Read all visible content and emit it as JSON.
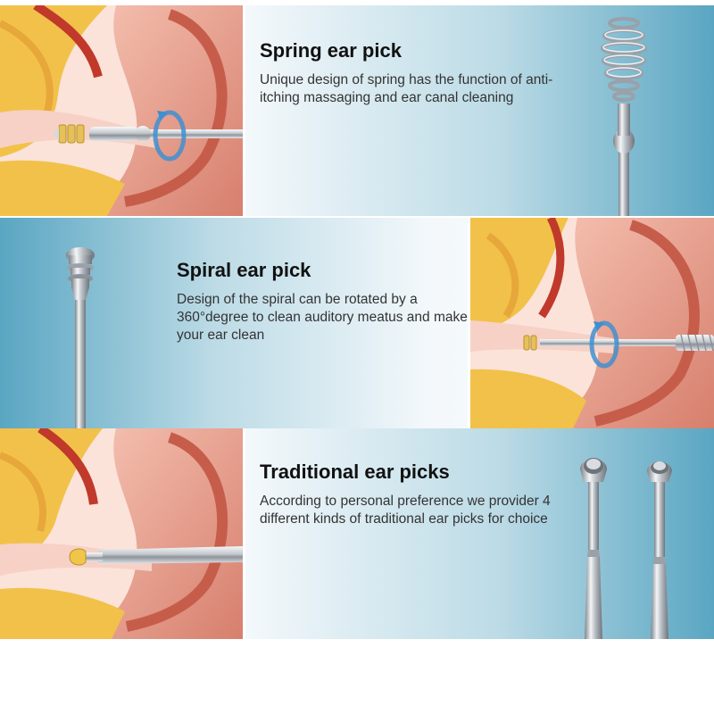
{
  "sections": [
    {
      "title": "Spring ear pick",
      "description": "Unique design of spring has the function of anti-itching massaging and ear canal cleaning"
    },
    {
      "title": "Spiral ear pick",
      "description": "Design of the spiral can be rotated by a 360°degree to clean auditory meatus and make your ear clean"
    },
    {
      "title": "Traditional ear picks",
      "description": "According to personal preference we provider 4 different kinds of traditional ear picks for choice"
    }
  ],
  "colors": {
    "accent_blue": "#5aa6c2",
    "ear_skin": "#e9a38f",
    "bone_yellow": "#f2c14a",
    "rotation_arrow": "#3f8fd0",
    "steel": "#c9ced3"
  }
}
